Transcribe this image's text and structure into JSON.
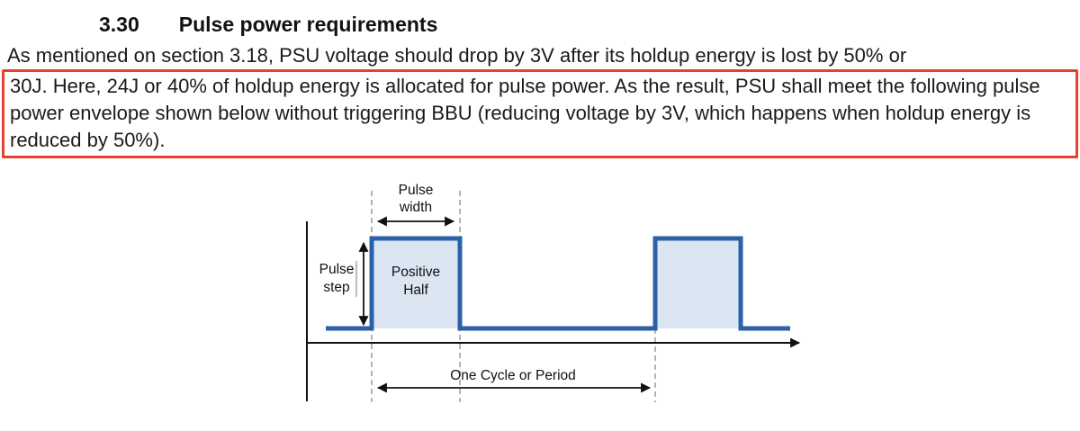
{
  "heading": {
    "number": "3.30",
    "title": "Pulse power requirements"
  },
  "body_text": {
    "intro_line": "As mentioned on section 3.18, PSU voltage should drop by 3V after its holdup energy is lost by 50% or",
    "highlighted_text": "30J. Here, 24J or 40% of holdup energy is allocated for pulse power. As the result, PSU shall meet the following pulse power envelope shown below without triggering BBU (reducing voltage by 3V, which happens when holdup energy is reduced by 50%)."
  },
  "diagram": {
    "pulse_width": {
      "line1": "Pulse",
      "line2": "width"
    },
    "pulse_step": {
      "line1": "Pulse",
      "line2": "step"
    },
    "positive_half": {
      "line1": "Positive",
      "line2": "Half"
    },
    "cycle_label": "One Cycle or Period"
  },
  "colors": {
    "highlight_border": "#e8402f",
    "waveform_stroke": "#2b61a7",
    "waveform_fill": "#dce6f2",
    "dashed_guide": "#9b9b9b",
    "text": "#111111"
  }
}
